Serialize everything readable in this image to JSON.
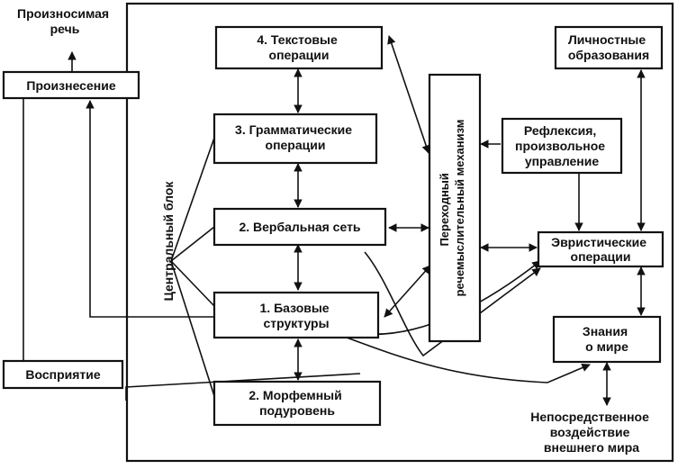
{
  "diagram": {
    "frame": "outer-frame",
    "nodes": {
      "spoken_speech": [
        "Произносимая",
        "речь"
      ],
      "pronunciation": [
        "Произнесение"
      ],
      "perception": [
        "Восприятие"
      ],
      "text_ops": [
        "4. Текстовые",
        "операции"
      ],
      "grammar_ops": [
        "3. Грамматические",
        "операции"
      ],
      "verbal_net": [
        "2. Вербальная сеть"
      ],
      "base_struct": [
        "1. Базовые",
        "структуры"
      ],
      "morpheme": [
        "2. Морфемный",
        "подуровень"
      ],
      "central_block": "Центральный блок",
      "transition": [
        "Переходный",
        "речемыслительный механизм"
      ],
      "personal": [
        "Личностные",
        "образования"
      ],
      "reflexion": [
        "Рефлексия,",
        "произвольное",
        "управление"
      ],
      "heuristic": [
        "Эвристические",
        "операции"
      ],
      "knowledge": [
        "Знания",
        "о мире"
      ],
      "external": [
        "Непосредственное",
        "воздействие",
        "внешнего мира"
      ]
    }
  }
}
